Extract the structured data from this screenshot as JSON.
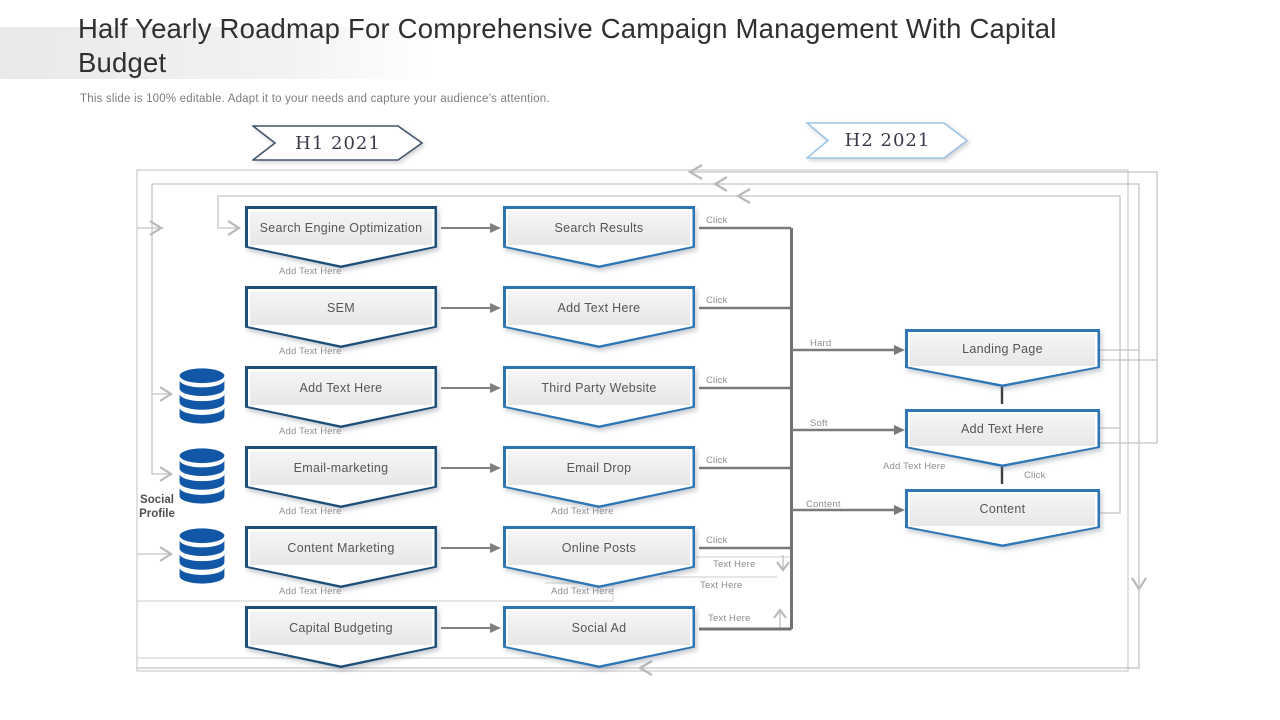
{
  "title": "Half Yearly Roadmap For Comprehensive Campaign Management With Capital Budget",
  "subtitle": "This slide is 100% editable. Adapt it to your needs and capture your audience’s attention.",
  "timeline": {
    "h1": "H1 2021",
    "h2": "H2 2021"
  },
  "colors": {
    "accent_dark": "#1f4e79",
    "accent_mid": "#2e75b6",
    "accent_light": "#9dc3e6",
    "db_blue": "#1157a5",
    "arrow_gray": "#7f7f7f",
    "loop_gray": "#c4c4c4"
  },
  "icons": {
    "database": "database-icon"
  },
  "social_profile": {
    "line1": "Social",
    "line2": "Profile"
  },
  "diagram": {
    "left_boxes": [
      "Search Engine Optimization",
      "SEM",
      "Add Text Here",
      "Email-marketing",
      "Content Marketing",
      "Capital Budgeting"
    ],
    "middle_boxes": [
      "Search Results",
      "Add Text Here",
      "Third Party Website",
      "Email Drop",
      "Online Posts",
      "Social Ad"
    ],
    "right_boxes": [
      "Landing Page",
      "Add Text Here",
      "Content"
    ],
    "left_notes": [
      "Add Text Here",
      "Add Text Here",
      "Add Text Here",
      "Add Text Here",
      "Add Text Here"
    ],
    "middle_notes": [
      "Add Text Here",
      "Add Text Here"
    ],
    "right_note": "Add Text Here",
    "click_labels": [
      "Click",
      "Click",
      "Click",
      "Click",
      "Click"
    ],
    "right_click": "Click",
    "branch_labels": [
      "Hard",
      "Soft",
      "Content"
    ],
    "placeholders": [
      "Text Here",
      "Text Here",
      "Text Here"
    ]
  }
}
